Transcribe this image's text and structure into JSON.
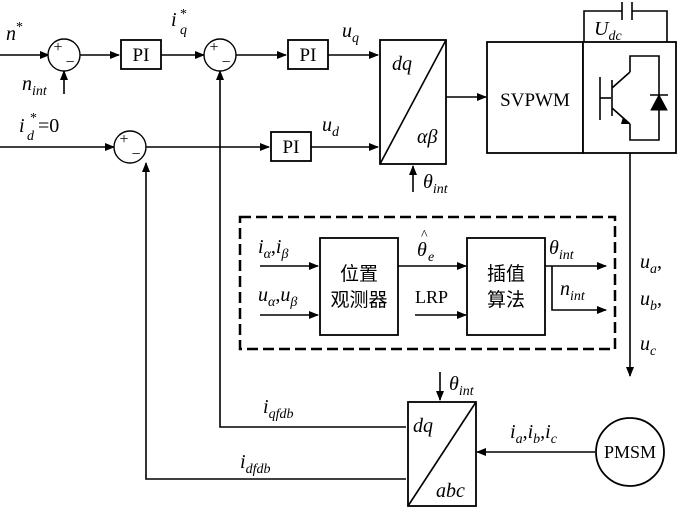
{
  "blocks": {
    "pi": "PI",
    "svpwm": "SVPWM",
    "pmsm": "PMSM",
    "observer_line1": "位置",
    "observer_line2": "观测器",
    "interp_line1": "插值",
    "interp_line2": "算法",
    "lrp": "LRP",
    "dq": "dq",
    "alpha_beta": "αβ",
    "abc": "abc"
  },
  "signs": {
    "plus": "+",
    "minus": "−"
  },
  "signals": {
    "n_ref": {
      "base": "n",
      "sup": "*"
    },
    "n_int": {
      "base": "n",
      "sub": "int"
    },
    "iq_ref": {
      "base": "i",
      "sub": "q",
      "sup": "*"
    },
    "id_ref": {
      "base": "i",
      "sub": "d",
      "sup": "*",
      "suffix": "=0"
    },
    "uq": {
      "base": "u",
      "sub": "q"
    },
    "ud": {
      "base": "u",
      "sub": "d"
    },
    "theta_int": {
      "base": "θ",
      "sub": "int"
    },
    "udc": {
      "base": "U",
      "sub": "dc"
    },
    "i_alpha_beta": {
      "b1": "i",
      "s1": "α",
      "sep": ",",
      "b2": "i",
      "s2": "β"
    },
    "u_alpha_beta": {
      "b1": "u",
      "s1": "α",
      "sep": ",",
      "b2": "u",
      "s2": "β"
    },
    "theta_e_hat": {
      "base": "θ",
      "hat": "^",
      "sub": "e"
    },
    "i_qfdb": {
      "base": "i",
      "sub": "qfdb"
    },
    "i_dfdb": {
      "base": "i",
      "sub": "dfdb"
    },
    "i_abc": {
      "b1": "i",
      "s1": "a",
      "sep1": ",",
      "b2": "i",
      "s2": "b",
      "sep2": ",",
      "b3": "i",
      "s3": "c"
    },
    "u_a": {
      "base": "u",
      "sub": "a",
      "suffix": ","
    },
    "u_b": {
      "base": "u",
      "sub": "b",
      "suffix": ","
    },
    "u_c": {
      "base": "u",
      "sub": "c"
    }
  }
}
